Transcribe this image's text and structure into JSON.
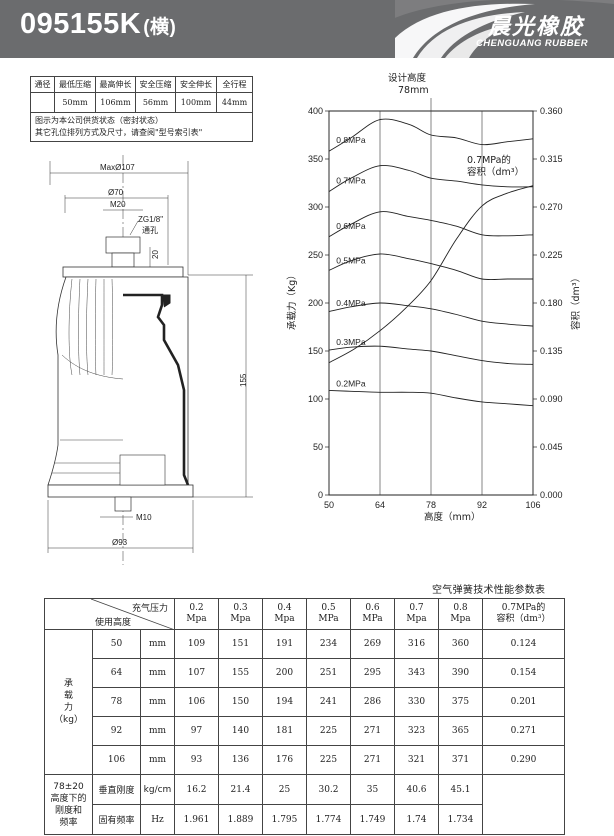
{
  "header": {
    "model": "095155K",
    "orientation": "(横)",
    "brand_cn": "晨光橡胶",
    "brand_en": "CHENGUANG RUBBER",
    "bg_color": "#6b6c6e"
  },
  "spec_table": {
    "headers": [
      "通径",
      "最低压缩",
      "最高伸长",
      "安全压缩",
      "安全伸长",
      "全行程"
    ],
    "values": [
      "",
      "50mm",
      "106mm",
      "56mm",
      "100mm",
      "44mm"
    ],
    "note_line1": "图示为本公司供货状态（密封状态）",
    "note_line2": "其它孔位排列方式及尺寸，请查阅\"型号索引表\""
  },
  "drawing": {
    "max_dia": "MaxØ107",
    "dia_70": "Ø70",
    "m20": "M20",
    "port": "ZG1/8\"",
    "port2": "通孔",
    "dim_20": "20",
    "dim_155": "155",
    "m10": "M10",
    "dia_93": "Ø93"
  },
  "chart_data": {
    "type": "line",
    "title": "",
    "annotation_top_1": "设计高度",
    "annotation_top_2": "78mm",
    "xlabel": "高度（mm）",
    "ylabel": "承载力（Kg）",
    "y2label": "容积（dm³）",
    "x_ticks": [
      50,
      64,
      78,
      92,
      106
    ],
    "y_ticks": [
      0,
      50,
      100,
      150,
      200,
      250,
      300,
      350,
      400
    ],
    "y2_ticks": [
      "0.000",
      "0.045",
      "0.090",
      "0.135",
      "0.180",
      "0.225",
      "0.270",
      "0.315",
      "0.360"
    ],
    "xlim": [
      50,
      106
    ],
    "ylim": [
      0,
      400
    ],
    "y2lim": [
      0,
      0.36
    ],
    "grid": "vertical lines",
    "series": [
      {
        "name": "0.8MPa",
        "x": [
          50,
          56,
          64,
          72,
          78,
          85,
          92,
          99,
          106
        ],
        "y": [
          358,
          372,
          391,
          386,
          375,
          372,
          365,
          368,
          371
        ]
      },
      {
        "name": "0.7MPa",
        "x": [
          50,
          56,
          64,
          72,
          78,
          85,
          92,
          99,
          106
        ],
        "y": [
          316,
          330,
          343,
          338,
          330,
          327,
          323,
          321,
          321
        ]
      },
      {
        "name": "0.6MPa",
        "x": [
          50,
          56,
          64,
          72,
          78,
          85,
          92,
          99,
          106
        ],
        "y": [
          269,
          282,
          295,
          290,
          286,
          280,
          271,
          270,
          271
        ]
      },
      {
        "name": "0.5MPa",
        "x": [
          50,
          56,
          64,
          72,
          78,
          85,
          92,
          99,
          106
        ],
        "y": [
          234,
          244,
          251,
          246,
          241,
          234,
          225,
          225,
          225
        ]
      },
      {
        "name": "0.4MPa",
        "x": [
          50,
          56,
          64,
          72,
          78,
          85,
          92,
          99,
          106
        ],
        "y": [
          191,
          196,
          200,
          197,
          194,
          188,
          181,
          178,
          176
        ]
      },
      {
        "name": "0.3MPa",
        "x": [
          50,
          56,
          64,
          72,
          78,
          85,
          92,
          99,
          106
        ],
        "y": [
          151,
          154,
          155,
          152,
          150,
          145,
          140,
          137,
          136
        ]
      },
      {
        "name": "0.2MPa",
        "x": [
          50,
          56,
          64,
          72,
          78,
          85,
          92,
          99,
          106
        ],
        "y": [
          109,
          108,
          107,
          107,
          106,
          101,
          97,
          95,
          93
        ]
      }
    ],
    "volume_series": {
      "name": "0.7MPa的容积（dm³）",
      "label_line1": "0.7MPa的",
      "label_line2": "容积（dm³）",
      "x": [
        50,
        57,
        64,
        71,
        78,
        85,
        92,
        99,
        106
      ],
      "y": [
        0.124,
        0.137,
        0.154,
        0.175,
        0.201,
        0.24,
        0.271,
        0.283,
        0.29
      ]
    }
  },
  "perf_table": {
    "title": "空气弹簧技术性能参数表",
    "corner_top": "充气压力",
    "corner_bottom": "使用高度",
    "pressures": [
      {
        "v": "0.2",
        "u": "Mpa"
      },
      {
        "v": "0.3",
        "u": "Mpa"
      },
      {
        "v": "0.4",
        "u": "Mpa"
      },
      {
        "v": "0.5",
        "u": "MPa"
      },
      {
        "v": "0.6",
        "u": "MPa"
      },
      {
        "v": "0.7",
        "u": "Mpa"
      },
      {
        "v": "0.8",
        "u": "Mpa"
      }
    ],
    "vol_header_1": "0.7MPa的",
    "vol_header_2": "容积（dm³）",
    "load_label": [
      "承",
      "载",
      "力",
      "（kg）"
    ],
    "unit_mm": "mm",
    "rows": [
      {
        "h": "50",
        "vals": [
          "109",
          "151",
          "191",
          "234",
          "269",
          "316",
          "360"
        ],
        "vol": "0.124"
      },
      {
        "h": "64",
        "vals": [
          "107",
          "155",
          "200",
          "251",
          "295",
          "343",
          "390"
        ],
        "vol": "0.154"
      },
      {
        "h": "78",
        "vals": [
          "106",
          "150",
          "194",
          "241",
          "286",
          "330",
          "375"
        ],
        "vol": "0.201"
      },
      {
        "h": "92",
        "vals": [
          "97",
          "140",
          "181",
          "225",
          "271",
          "323",
          "365"
        ],
        "vol": "0.271"
      },
      {
        "h": "106",
        "vals": [
          "93",
          "136",
          "176",
          "225",
          "271",
          "321",
          "371"
        ],
        "vol": "0.290"
      }
    ],
    "stiff_label": [
      "78±20",
      "高度下的",
      "刚度和",
      "频率"
    ],
    "stiff_name": "垂直刚度",
    "stiff_unit": "kg/cm",
    "stiff_vals": [
      "16.2",
      "21.4",
      "25",
      "30.2",
      "35",
      "40.6",
      "45.1"
    ],
    "freq_name": "固有频率",
    "freq_unit": "Hz",
    "freq_vals": [
      "1.961",
      "1.889",
      "1.795",
      "1.774",
      "1.749",
      "1.74",
      "1.734"
    ]
  }
}
